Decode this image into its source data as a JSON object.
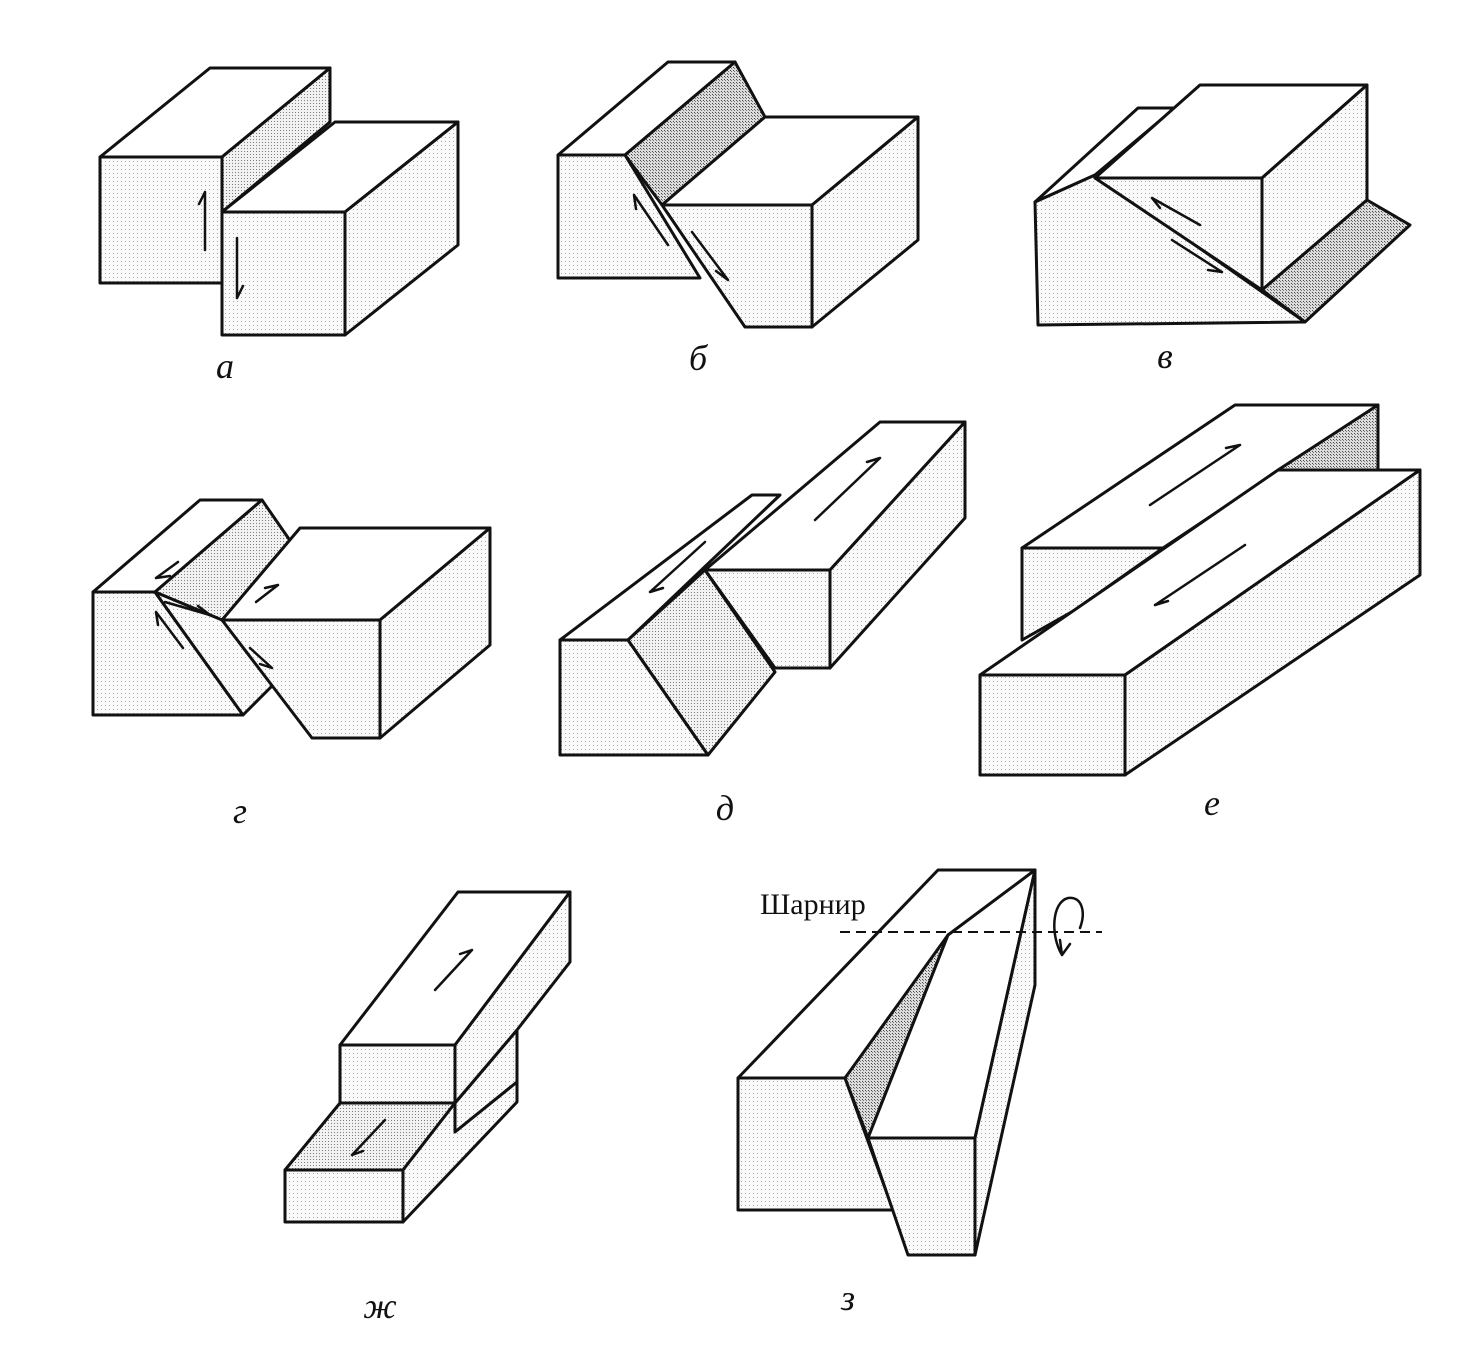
{
  "panels": [
    {
      "id": "a",
      "label": "а"
    },
    {
      "id": "b",
      "label": "б"
    },
    {
      "id": "v",
      "label": "в"
    },
    {
      "id": "g",
      "label": "г"
    },
    {
      "id": "d",
      "label": "д"
    },
    {
      "id": "e",
      "label": "е"
    },
    {
      "id": "zh",
      "label": "ж"
    },
    {
      "id": "z",
      "label": "з",
      "hinge_label": "Шарнир"
    }
  ],
  "icons": [
    "slip-arrow-icon",
    "rotation-arrow-icon"
  ]
}
